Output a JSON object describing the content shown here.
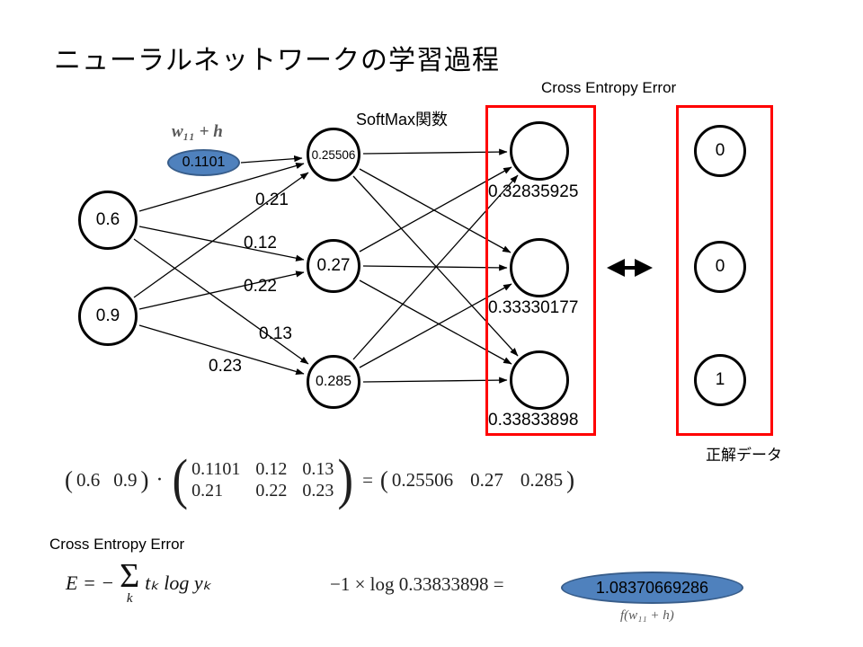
{
  "title": "ニューラルネットワークの学習過程",
  "labels": {
    "cross_entropy_top": "Cross Entropy Error",
    "cross_entropy_bottom": "Cross Entropy Error",
    "softmax": "SoftMax関数",
    "correct_data": "正解データ",
    "w11_formula": "w₁₁ +  h",
    "weight_ellipse": "0.1101"
  },
  "network": {
    "input_nodes": [
      "0.6",
      "0.9"
    ],
    "hidden_nodes": [
      "0.25506",
      "0.27",
      "0.285"
    ],
    "output_values": [
      "0.32835925",
      "0.33330177",
      "0.33833898"
    ],
    "target_nodes": [
      "0",
      "0",
      "1"
    ],
    "edge_weights": [
      "0.21",
      "0.12",
      "0.22",
      "0.13",
      "0.23"
    ]
  },
  "matrix_equation": {
    "lhs_vector": [
      "0.6",
      "0.9"
    ],
    "operator": "·",
    "matrix": [
      [
        "0.1101",
        "0.12",
        "0.13"
      ],
      [
        "0.21",
        "0.22",
        "0.23"
      ]
    ],
    "equals": "=",
    "result_vector": [
      "0.25506",
      "0.27",
      "0.285"
    ]
  },
  "error_formula": {
    "lhs": "E  =  −",
    "sum": "Σ",
    "sum_sub": "k",
    "rhs": "tₖ log yₖ"
  },
  "calculation": {
    "expression": "−1 × log 0.33833898 =",
    "result": "1.08370669286",
    "note": "f(w₁₁ + h)"
  },
  "colors": {
    "ellipse_fill": "#4f81bd",
    "ellipse_border": "#385d8a",
    "box_red": "#ff0000"
  }
}
